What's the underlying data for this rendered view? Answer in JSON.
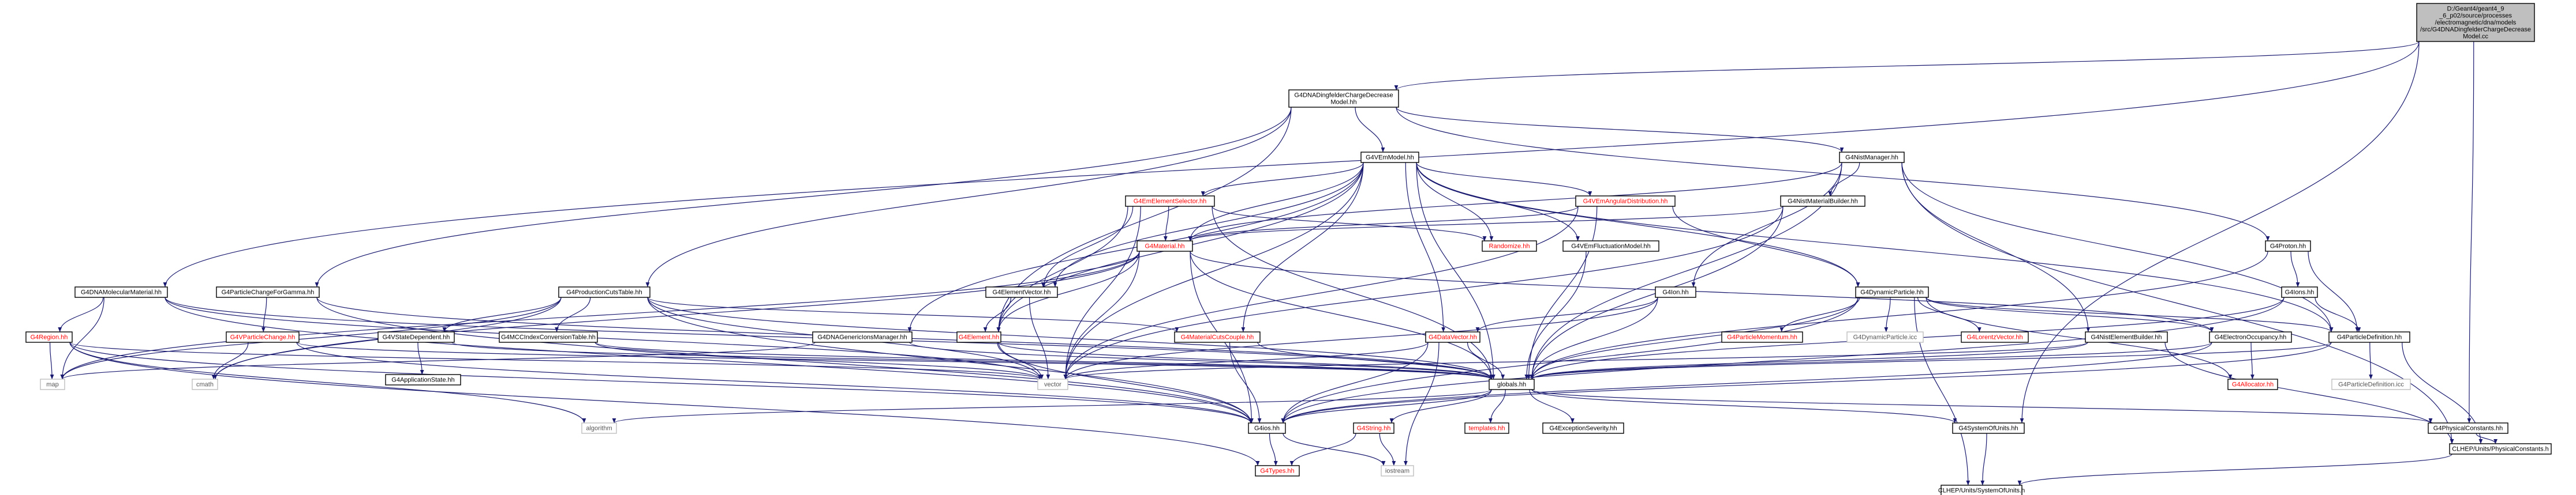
{
  "colors": {
    "edge": "#191970",
    "node_fill": "#ffffff",
    "node_border": "#000000",
    "root_fill": "#bfbfbf",
    "missing_border": "#bfbfbf",
    "red_text": "#ff0000",
    "black_text": "#000000",
    "gray_text": "#555555"
  },
  "nodes": [
    {
      "id": "root",
      "lines": [
        "D:/Geant4/geant4_9",
        "_6_p02/source/processes",
        "/electromagnetic/dna/models",
        "/src/G4DNADingfelderChargeDecrease",
        "Model.cc"
      ],
      "style": "root"
    },
    {
      "id": "n_dfcd",
      "lines": [
        "G4DNADingfelderChargeDecrease",
        "Model.hh"
      ],
      "style": "normal"
    },
    {
      "id": "n_vem",
      "lines": [
        "G4VEmModel.hh"
      ],
      "style": "normal"
    },
    {
      "id": "n_nistman",
      "lines": [
        "G4NistManager.hh"
      ],
      "style": "normal"
    },
    {
      "id": "n_eesel",
      "lines": [
        "G4EmElementSelector.hh"
      ],
      "style": "red"
    },
    {
      "id": "n_vang",
      "lines": [
        "G4VEmAngularDistribution.hh"
      ],
      "style": "red"
    },
    {
      "id": "n_nistmat",
      "lines": [
        "G4NistMaterialBuilder.hh"
      ],
      "style": "normal"
    },
    {
      "id": "n_material",
      "lines": [
        "G4Material.hh"
      ],
      "style": "red"
    },
    {
      "id": "n_random",
      "lines": [
        "Randomize.hh"
      ],
      "style": "red"
    },
    {
      "id": "n_vfluct",
      "lines": [
        "G4VEmFluctuationModel.hh"
      ],
      "style": "normal"
    },
    {
      "id": "n_proton",
      "lines": [
        "G4Proton.hh"
      ],
      "style": "normal"
    },
    {
      "id": "n_molmat",
      "lines": [
        "G4DNAMolecularMaterial.hh"
      ],
      "style": "normal"
    },
    {
      "id": "n_pcg",
      "lines": [
        "G4ParticleChangeForGamma.hh"
      ],
      "style": "normal"
    },
    {
      "id": "n_pct",
      "lines": [
        "G4ProductionCutsTable.hh"
      ],
      "style": "normal"
    },
    {
      "id": "n_evec",
      "lines": [
        "G4ElementVector.hh"
      ],
      "style": "normal"
    },
    {
      "id": "n_ions",
      "lines": [
        "G4Ions.hh"
      ],
      "style": "normal"
    },
    {
      "id": "n_ion",
      "lines": [
        "G4Ion.hh"
      ],
      "style": "normal"
    },
    {
      "id": "n_dynp",
      "lines": [
        "G4DynamicParticle.hh"
      ],
      "style": "normal"
    },
    {
      "id": "n_region",
      "lines": [
        "G4Region.hh"
      ],
      "style": "red"
    },
    {
      "id": "n_vpc",
      "lines": [
        "G4VParticleChange.hh"
      ],
      "style": "red"
    },
    {
      "id": "n_vsd",
      "lines": [
        "G4VStateDependent.hh"
      ],
      "style": "normal"
    },
    {
      "id": "n_mcic",
      "lines": [
        "G4MCCIndexConversionTable.hh"
      ],
      "style": "normal"
    },
    {
      "id": "n_gim",
      "lines": [
        "G4DNAGenericIonsManager.hh"
      ],
      "style": "normal"
    },
    {
      "id": "n_element",
      "lines": [
        "G4Element.hh"
      ],
      "style": "red"
    },
    {
      "id": "n_mcc",
      "lines": [
        "G4MaterialCutsCouple.hh"
      ],
      "style": "red"
    },
    {
      "id": "n_dvec",
      "lines": [
        "G4DataVector.hh"
      ],
      "style": "red"
    },
    {
      "id": "n_pmom",
      "lines": [
        "G4ParticleMomentum.hh"
      ],
      "style": "red"
    },
    {
      "id": "n_dynicc",
      "lines": [
        "G4DynamicParticle.icc"
      ],
      "style": "missing"
    },
    {
      "id": "n_lvec",
      "lines": [
        "G4LorentzVector.hh"
      ],
      "style": "red"
    },
    {
      "id": "n_nistelem",
      "lines": [
        "G4NistElementBuilder.hh"
      ],
      "style": "normal"
    },
    {
      "id": "n_eocc",
      "lines": [
        "G4ElectronOccupancy.hh"
      ],
      "style": "normal"
    },
    {
      "id": "n_pdef",
      "lines": [
        "G4ParticleDefinition.hh"
      ],
      "style": "normal"
    },
    {
      "id": "n_appstate",
      "lines": [
        "G4ApplicationState.hh"
      ],
      "style": "normal"
    },
    {
      "id": "n_map",
      "lines": [
        "map"
      ],
      "style": "missing"
    },
    {
      "id": "n_cmath",
      "lines": [
        "cmath"
      ],
      "style": "missing"
    },
    {
      "id": "n_vector",
      "lines": [
        "vector"
      ],
      "style": "missing"
    },
    {
      "id": "n_globals",
      "lines": [
        "globals.hh"
      ],
      "style": "normal"
    },
    {
      "id": "n_alloc",
      "lines": [
        "G4Allocator.hh"
      ],
      "style": "red"
    },
    {
      "id": "n_pdicc",
      "lines": [
        "G4ParticleDefinition.icc"
      ],
      "style": "missing"
    },
    {
      "id": "n_algorithm",
      "lines": [
        "algorithm"
      ],
      "style": "missing"
    },
    {
      "id": "n_ios",
      "lines": [
        "G4ios.hh"
      ],
      "style": "normal"
    },
    {
      "id": "n_string",
      "lines": [
        "G4String.hh"
      ],
      "style": "red"
    },
    {
      "id": "n_templates",
      "lines": [
        "templates.hh"
      ],
      "style": "red"
    },
    {
      "id": "n_excsev",
      "lines": [
        "G4ExceptionSeverity.hh"
      ],
      "style": "normal"
    },
    {
      "id": "n_sysunits",
      "lines": [
        "G4SystemOfUnits.hh"
      ],
      "style": "normal"
    },
    {
      "id": "n_physconst",
      "lines": [
        "G4PhysicalConstants.hh"
      ],
      "style": "normal"
    },
    {
      "id": "n_types",
      "lines": [
        "G4Types.hh"
      ],
      "style": "red"
    },
    {
      "id": "n_iostream",
      "lines": [
        "iostream"
      ],
      "style": "missing"
    },
    {
      "id": "n_clhep_pc",
      "lines": [
        "CLHEP/Units/PhysicalConstants.h"
      ],
      "style": "normal"
    },
    {
      "id": "n_clhep_su",
      "lines": [
        "CLHEP/Units/SystemOfUnits.h"
      ],
      "style": "normal"
    }
  ],
  "edges": [
    [
      "root",
      "n_dfcd"
    ],
    [
      "root",
      "n_molmat"
    ],
    [
      "root",
      "n_sysunits"
    ],
    [
      "root",
      "n_physconst"
    ],
    [
      "n_dfcd",
      "n_vem"
    ],
    [
      "n_dfcd",
      "n_nistman"
    ],
    [
      "n_dfcd",
      "n_proton"
    ],
    [
      "n_dfcd",
      "n_pcg"
    ],
    [
      "n_dfcd",
      "n_pct"
    ],
    [
      "n_dfcd",
      "n_element"
    ],
    [
      "n_vem",
      "n_eesel"
    ],
    [
      "n_vem",
      "n_vang"
    ],
    [
      "n_vem",
      "n_material"
    ],
    [
      "n_vem",
      "n_random"
    ],
    [
      "n_vem",
      "n_vfluct"
    ],
    [
      "n_vem",
      "n_evec"
    ],
    [
      "n_vem",
      "n_gim"
    ],
    [
      "n_vem",
      "n_element"
    ],
    [
      "n_vem",
      "n_mcc"
    ],
    [
      "n_vem",
      "n_dvec"
    ],
    [
      "n_vem",
      "n_dynp"
    ],
    [
      "n_vem",
      "n_pdef"
    ],
    [
      "n_vem",
      "n_globals"
    ],
    [
      "n_vem",
      "n_vector"
    ],
    [
      "n_nistman",
      "n_nistmat"
    ],
    [
      "n_nistman",
      "n_material"
    ],
    [
      "n_nistman",
      "n_ion"
    ],
    [
      "n_nistman",
      "n_nistelem"
    ],
    [
      "n_nistman",
      "n_globals"
    ],
    [
      "n_nistman",
      "n_clhep_pc"
    ],
    [
      "n_nistman",
      "n_pdef"
    ],
    [
      "n_eesel",
      "n_material"
    ],
    [
      "n_eesel",
      "n_random"
    ],
    [
      "n_eesel",
      "n_element"
    ],
    [
      "n_eesel",
      "n_globals"
    ],
    [
      "n_eesel",
      "n_vector"
    ],
    [
      "n_eesel",
      "n_evec"
    ],
    [
      "n_vang",
      "n_material"
    ],
    [
      "n_vang",
      "n_dynp"
    ],
    [
      "n_vang",
      "n_globals"
    ],
    [
      "n_vang",
      "n_vector"
    ],
    [
      "n_nistmat",
      "n_material"
    ],
    [
      "n_nistmat",
      "n_globals"
    ],
    [
      "n_nistmat",
      "n_vector"
    ],
    [
      "n_material",
      "n_evec"
    ],
    [
      "n_material",
      "n_element"
    ],
    [
      "n_material",
      "n_vector"
    ],
    [
      "n_material",
      "n_ios"
    ],
    [
      "n_material",
      "n_globals"
    ],
    [
      "n_material",
      "n_eocc"
    ],
    [
      "n_material",
      "n_cmath"
    ],
    [
      "n_material",
      "n_map"
    ],
    [
      "n_vfluct",
      "n_globals"
    ],
    [
      "n_proton",
      "n_ions"
    ],
    [
      "n_proton",
      "n_pdef"
    ],
    [
      "n_proton",
      "n_globals"
    ],
    [
      "n_ions",
      "n_pdef"
    ],
    [
      "n_ions",
      "n_globals"
    ],
    [
      "n_ions",
      "n_ios"
    ],
    [
      "n_ion",
      "n_dvec"
    ],
    [
      "n_ion",
      "n_globals"
    ],
    [
      "n_ion",
      "n_vector"
    ],
    [
      "n_molmat",
      "n_region"
    ],
    [
      "n_molmat",
      "n_map"
    ],
    [
      "n_molmat",
      "n_vector"
    ],
    [
      "n_molmat",
      "n_globals"
    ],
    [
      "n_molmat",
      "n_ios"
    ],
    [
      "n_pcg",
      "n_vpc"
    ],
    [
      "n_pcg",
      "n_globals"
    ],
    [
      "n_pcg",
      "n_ios"
    ],
    [
      "n_pct",
      "n_mcc"
    ],
    [
      "n_pct",
      "n_vsd"
    ],
    [
      "n_pct",
      "n_mcic"
    ],
    [
      "n_pct",
      "n_globals"
    ],
    [
      "n_pct",
      "n_ios"
    ],
    [
      "n_pct",
      "n_vector"
    ],
    [
      "n_pct",
      "n_cmath"
    ],
    [
      "n_pct",
      "n_map"
    ],
    [
      "n_evec",
      "n_element"
    ],
    [
      "n_evec",
      "n_vector"
    ],
    [
      "n_dynp",
      "n_pmom"
    ],
    [
      "n_dynp",
      "n_dynicc"
    ],
    [
      "n_dynp",
      "n_lvec"
    ],
    [
      "n_dynp",
      "n_eocc"
    ],
    [
      "n_dynp",
      "n_pdef"
    ],
    [
      "n_dynp",
      "n_alloc"
    ],
    [
      "n_dynp",
      "n_globals"
    ],
    [
      "n_dynp",
      "n_ios"
    ],
    [
      "n_dynp",
      "n_clhep_su"
    ],
    [
      "n_region",
      "n_map"
    ],
    [
      "n_region",
      "n_algorithm"
    ],
    [
      "n_region",
      "n_types"
    ],
    [
      "n_region",
      "n_ios"
    ],
    [
      "n_region",
      "n_vector"
    ],
    [
      "n_vpc",
      "n_cmath"
    ],
    [
      "n_vpc",
      "n_globals"
    ],
    [
      "n_vpc",
      "n_ios"
    ],
    [
      "n_vsd",
      "n_appstate"
    ],
    [
      "n_vsd",
      "n_globals"
    ],
    [
      "n_mcic",
      "n_globals"
    ],
    [
      "n_mcic",
      "n_vector"
    ],
    [
      "n_gim",
      "n_globals"
    ],
    [
      "n_gim",
      "n_map"
    ],
    [
      "n_element",
      "n_globals"
    ],
    [
      "n_element",
      "n_ios"
    ],
    [
      "n_element",
      "n_vector"
    ],
    [
      "n_mcc",
      "n_globals"
    ],
    [
      "n_mcc",
      "n_ios"
    ],
    [
      "n_dvec",
      "n_globals"
    ],
    [
      "n_dvec",
      "n_vector"
    ],
    [
      "n_dvec",
      "n_ios"
    ],
    [
      "n_dvec",
      "n_iostream"
    ],
    [
      "n_nistelem",
      "n_globals"
    ],
    [
      "n_nistelem",
      "n_vector"
    ],
    [
      "n_nistelem",
      "n_clhep_pc"
    ],
    [
      "n_eocc",
      "n_alloc"
    ],
    [
      "n_eocc",
      "n_globals"
    ],
    [
      "n_eocc",
      "n_ios"
    ],
    [
      "n_pdef",
      "n_pdicc"
    ],
    [
      "n_pdef",
      "n_globals"
    ],
    [
      "n_pdef",
      "n_ios"
    ],
    [
      "n_pdef",
      "n_clhep_pc"
    ],
    [
      "n_globals",
      "n_ios"
    ],
    [
      "n_globals",
      "n_string"
    ],
    [
      "n_globals",
      "n_templates"
    ],
    [
      "n_globals",
      "n_excsev"
    ],
    [
      "n_globals",
      "n_algorithm"
    ],
    [
      "n_globals",
      "n_sysunits"
    ],
    [
      "n_globals",
      "n_physconst"
    ],
    [
      "n_ios",
      "n_types"
    ],
    [
      "n_ios",
      "n_iostream"
    ],
    [
      "n_string",
      "n_types"
    ],
    [
      "n_string",
      "n_iostream"
    ],
    [
      "n_sysunits",
      "n_clhep_su"
    ],
    [
      "n_physconst",
      "n_clhep_pc"
    ],
    [
      "n_clhep_pc",
      "n_clhep_su"
    ]
  ]
}
